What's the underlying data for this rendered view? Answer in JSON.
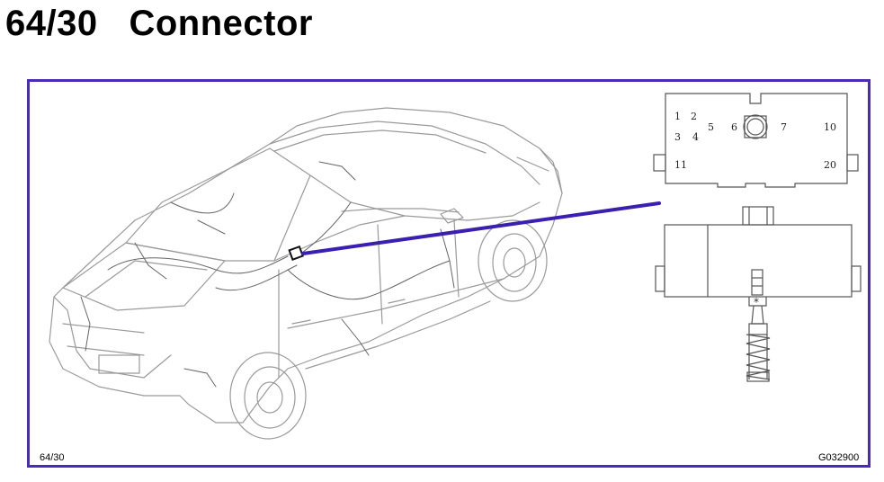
{
  "title": "64/30   Connector",
  "footer": {
    "left_ref": "64/30",
    "right_ref": "G032900"
  },
  "connector": {
    "pins": [
      "1",
      "2",
      "3",
      "4",
      "5",
      "6",
      "7",
      "10",
      "11",
      "20"
    ]
  },
  "colors": {
    "frame": "#4a2bb8",
    "pointer": "#3a1fb0",
    "line_art": "#9a9a9a"
  }
}
